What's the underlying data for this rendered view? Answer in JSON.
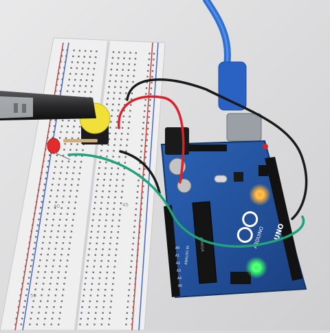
{
  "board": {
    "brand": "ARDUINO",
    "model": "UNO",
    "pin_labels": [
      "A0",
      "A1",
      "A2",
      "A3",
      "A4",
      "A5"
    ],
    "mcu_label": "ATMEGA",
    "power_header_label": "ANALOG IN"
  },
  "breadboard": {
    "row_numbers": [
      "40",
      "45",
      "50"
    ]
  },
  "colors": {
    "table": "#dcdcde",
    "breadboard": "#ebebec",
    "pcb": "#1f4f96",
    "usb_cable": "#2f6fd1",
    "wire_red": "#d8232a",
    "wire_black": "#1a1a1a",
    "wire_green": "#21a27b",
    "led_red": "#e32b2b",
    "led_orange": "#ffb23a",
    "led_green": "#3cff6a",
    "button_cap": "#f1e03a"
  }
}
